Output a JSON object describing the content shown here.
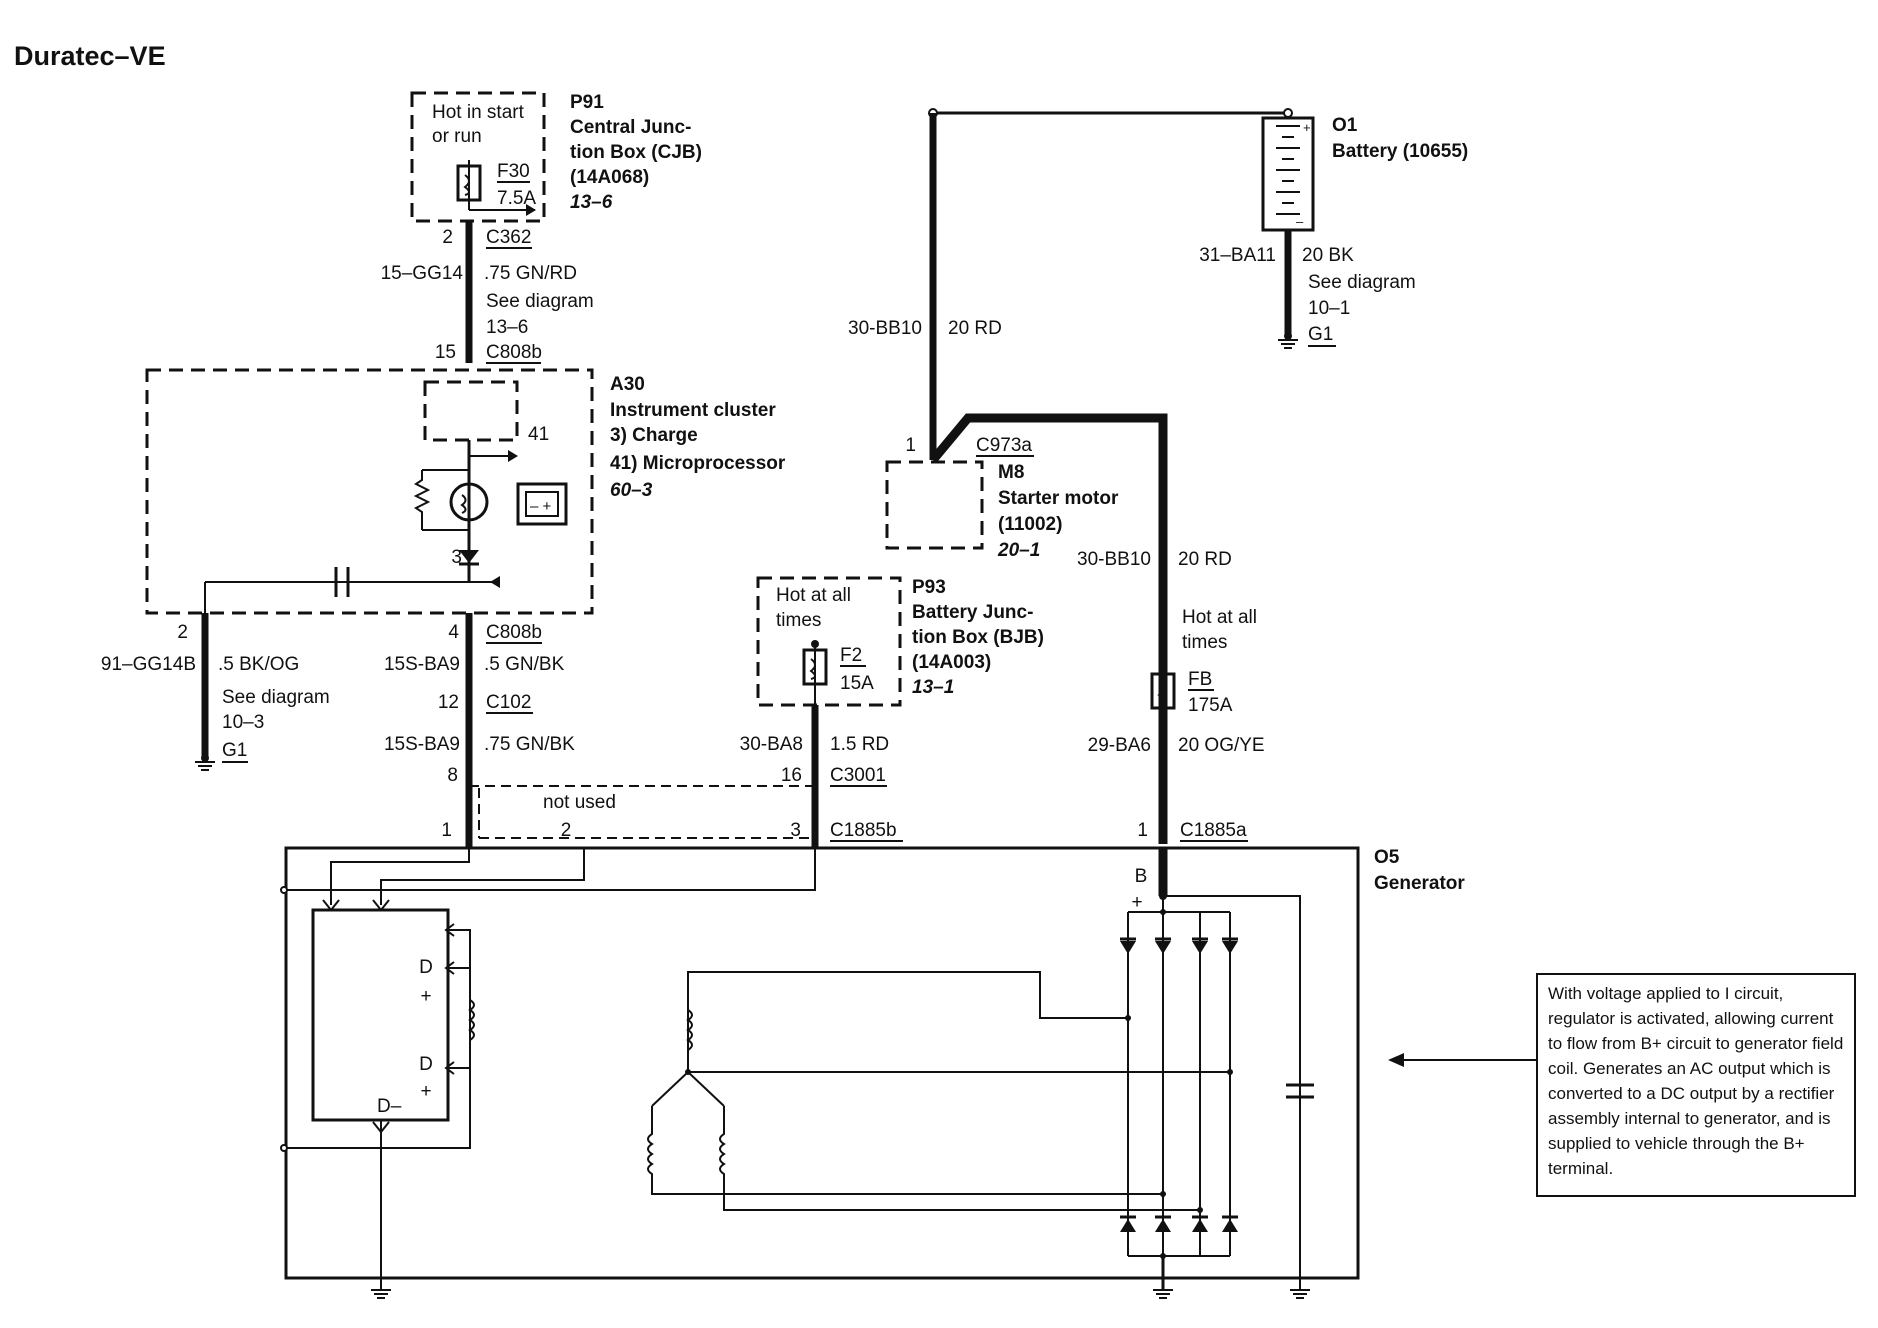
{
  "title": "Duratec–VE",
  "p91": {
    "id": "P91",
    "line1": "Central Junc-",
    "line2": "tion Box (CJB)",
    "part": "(14A068)",
    "ref": "13–6",
    "hot1": "Hot in start",
    "hot2": "or run",
    "fuse": "F30",
    "rating": "7.5A"
  },
  "w_c362": {
    "pin": "2",
    "conn": "C362",
    "circuit": "15–GG14",
    "wire": ".75 GN/RD",
    "see1": "See diagram",
    "see2": "13–6",
    "pin2": "15",
    "conn2": "C808b"
  },
  "a30": {
    "id": "A30",
    "name": "Instrument cluster",
    "item3": "3)   Charge",
    "item41": "41) Microprocessor",
    "ref": "60–3",
    "p41": "41",
    "p3": "3"
  },
  "left_branch": {
    "pin": "2",
    "circuit": "91–GG14B",
    "wire": ".5 BK/OG",
    "see1": "See diagram",
    "see2": "10–3",
    "ground": "G1"
  },
  "mid_branch": {
    "pin4": "4",
    "conn1": "C808b",
    "circuit1": "15S-BA9",
    "wire1": ".5 GN/BK",
    "pin12": "12",
    "conn2": "C102",
    "circuit2": "15S-BA9",
    "wire2": ".75 GN/BK",
    "pin8": "8"
  },
  "not_used": "not used",
  "gen_pins": {
    "p1": "1",
    "p2": "2",
    "p3": "3",
    "conn": "C1885b",
    "p1b": "1",
    "connb": "C1885a"
  },
  "p93": {
    "id": "P93",
    "line1": "Battery Junc-",
    "line2": "tion Box (BJB)",
    "part": "(14A003)",
    "ref": "13–1",
    "hot1": "Hot at all",
    "hot2": "times",
    "fuse": "F2",
    "rating": "15A",
    "circuit": "30-BA8",
    "wire": "1.5 RD",
    "pin": "16",
    "conn": "C3001"
  },
  "battery": {
    "id": "O1",
    "name": "Battery (10655)",
    "circuit": "31–BA11",
    "wire": "20 BK",
    "see1": "See diagram",
    "see2": "10–1",
    "ground": "G1"
  },
  "starter_feed": {
    "circuit": "30-BB10",
    "wire": "20 RD"
  },
  "m8": {
    "pin": "1",
    "conn": "C973a",
    "id": "M8",
    "name": "Starter motor",
    "part": "(11002)",
    "ref": "20–1"
  },
  "b_feed": {
    "circuit": "30-BB10",
    "wire": "20 RD",
    "hot1": "Hot at all",
    "hot2": "times",
    "fuse": "FB",
    "rating": "175A",
    "circuit2": "29-BA6",
    "wire2": "20 OG/YE"
  },
  "generator": {
    "id": "O5",
    "name": "Generator",
    "b": "B",
    "plus": "+",
    "d1": "D",
    "plus1": "+",
    "d2": "D",
    "plus2": "+",
    "dminus": "D–"
  },
  "note": "With voltage applied to I circuit, regulator is activated, allowing current to flow from B+  circuit to generator field coil. Generates an AC output which is converted to a DC output by a rectifier assembly internal to generator, and is supplied to vehicle through the B+ terminal."
}
